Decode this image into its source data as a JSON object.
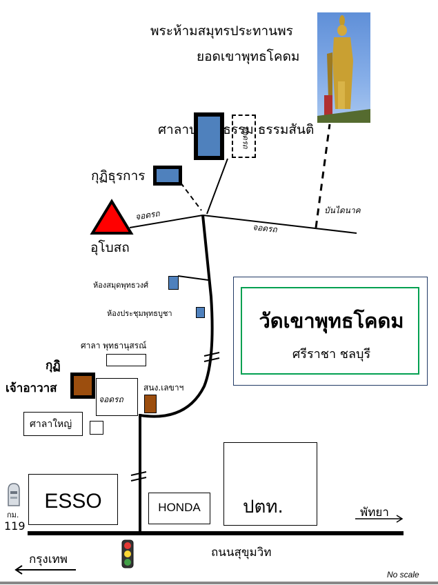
{
  "title": {
    "name": "วัดเขาพุทธโคดม",
    "location": "ศรีราชา ชลบุรี"
  },
  "statue_caption": {
    "line1": "พระห้ามสมุทรประทานพร",
    "line2": "ยอดเขาพุทธโคดม"
  },
  "places": {
    "meditation_hall": "ศาลาปฏิบัติธรรม ธรรมสันติ",
    "office_hut": "กุฏิธุรการ",
    "ordination_hall": "อุโบสถ",
    "library": "ห้องสมุดพุทธวงศ์",
    "meeting_room": "ห้องประชุมพุทธบูชา",
    "pavilion": "ศาลา พุทธานุสรณ์",
    "abbot_hut_line1": "กุฏิ",
    "abbot_hut_line2": "เจ้าอาวาส",
    "secretary_office": "สนง.เลขาฯ",
    "big_hall": "ศาลาใหญ่",
    "naga_stairs": "บันไดนาค"
  },
  "parking": {
    "label": "จอดรถ"
  },
  "landmarks": {
    "esso": "ESSO",
    "honda": "HONDA",
    "ptt": "ปตท."
  },
  "road": {
    "name": "ถนนสุขุมวิท",
    "to_pattaya": "พัทยา",
    "to_bangkok": "กรุงเทพ",
    "km_label": "กม.",
    "km_value": "119"
  },
  "note": "No scale",
  "colors": {
    "building_blue": "#4f81bd",
    "building_brown": "#9c4e0e",
    "ubosot_red": "#ff0000",
    "title_border_outer": "#1f3864",
    "title_border_inner": "#00a050"
  },
  "icons": {
    "statue": "buddha-statue-photo",
    "traffic_light": "traffic-light-icon",
    "km_marker": "km-stone-icon"
  }
}
